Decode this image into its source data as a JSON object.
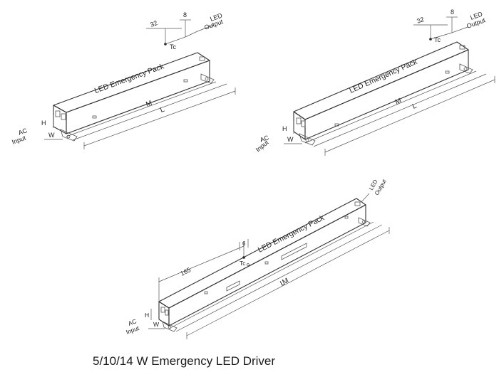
{
  "caption": "5/10/14 W Emergency LED Driver",
  "drawings": [
    {
      "pack_label": "LED Emergency Pack",
      "dim_top": "32",
      "dim_small": "8",
      "tc": "Tc",
      "output_line1": "LED",
      "output_line2": "Output",
      "input_line1": "AC",
      "input_line2": "Input",
      "h": "H",
      "w": "W",
      "m": "M",
      "l": "L"
    },
    {
      "pack_label": "LED Emergency Pack",
      "dim_top": "32",
      "dim_small": "8",
      "tc": "Tc",
      "output_line1": "LED",
      "output_line2": "Output",
      "input_line1": "AC",
      "input_line2": "Input",
      "h": "H",
      "w": "W",
      "m": "M",
      "l": "L"
    },
    {
      "pack_label": "LED Emergency Pack",
      "dim_top": "165",
      "dim_small": "6",
      "tc": "Tc",
      "output_line1": "LED",
      "output_line2": "Output",
      "input_line1": "AC",
      "input_line2": "Input",
      "h": "H",
      "w": "W",
      "m": "M",
      "l": "L"
    }
  ]
}
